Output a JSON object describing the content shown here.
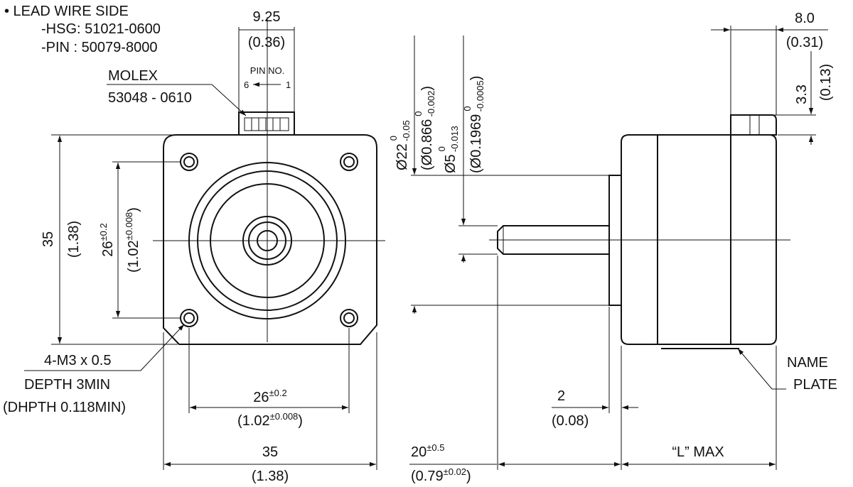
{
  "lead_wire": {
    "heading": "• LEAD WIRE SIDE",
    "hsg": "-HSG: 51021-0600",
    "pin": "-PIN  : 50079-8000"
  },
  "connector": {
    "molex_label": "MOLEX",
    "molex_part": "53048 - 0610",
    "pin_no_label": "PIN  NO.",
    "pin_left": "6",
    "pin_right": "1",
    "width_mm": "9.25",
    "width_in": "(0.36)"
  },
  "front_view": {
    "height_mm": "35",
    "height_in": "(1.38)",
    "hole_pitch_v_mm": "26",
    "hole_pitch_v_mm_tol": "±0.2",
    "hole_pitch_v_in": "(1.02",
    "hole_pitch_v_in_tol": "±0.008",
    "hole_pitch_v_in_close": ")",
    "hole_pitch_h_mm": "26",
    "hole_pitch_h_mm_tol": "±0.2",
    "hole_pitch_h_in": "(1.02",
    "hole_pitch_h_in_tol": "±0.008",
    "hole_pitch_h_in_close": ")",
    "width_mm": "35",
    "width_in": "(1.38)",
    "hole_spec": "4-M3 x 0.5",
    "depth_mm": "DEPTH 3MIN",
    "depth_in": "(DHPTH 0.118MIN)"
  },
  "side_view": {
    "boss_dia": "Ø22",
    "boss_dia_tol_upper": "0",
    "boss_dia_tol_lower": "-0.05",
    "boss_dia_in": "(Ø0.866",
    "boss_dia_in_tol_upper": "0",
    "boss_dia_in_tol_lower": "-0.002",
    "boss_dia_in_close": ")",
    "shaft_dia": "Ø5",
    "shaft_dia_tol_upper": "0",
    "shaft_dia_tol_lower": "-0.013",
    "shaft_dia_in": "(Ø0.1969",
    "shaft_dia_in_tol_upper": "0",
    "shaft_dia_in_tol_lower": "-0.0005",
    "shaft_dia_in_close": ")",
    "rear_offset_mm": "8.0",
    "rear_offset_in": "(0.31)",
    "conn_height_mm": "3.3",
    "conn_height_in": "(0.13)",
    "boss_len_mm": "2",
    "boss_len_in": "(0.08)",
    "shaft_len_mm": "20",
    "shaft_len_mm_tol": "±0.5",
    "shaft_len_in": "(0.79",
    "shaft_len_in_tol": "±0.02",
    "shaft_len_in_close": ")",
    "body_len": "“L” MAX",
    "nameplate_1": "NAME",
    "nameplate_2": "PLATE"
  }
}
